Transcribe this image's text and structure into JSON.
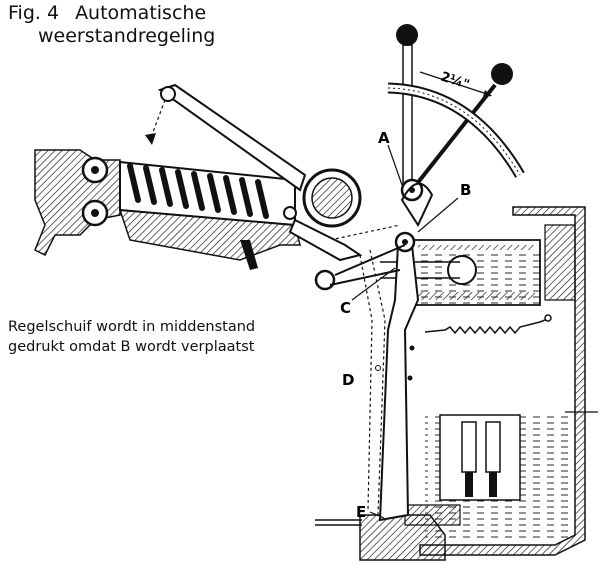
{
  "title": {
    "fig": "Fig. 4",
    "line1": "Automatische",
    "line2": "weerstandregeling"
  },
  "caption": {
    "line1": "Regelschuif wordt in middenstand",
    "line2": "gedrukt omdat B wordt verplaatst"
  },
  "labels": {
    "a": "A",
    "b": "B",
    "c": "C",
    "d": "D",
    "e": "E",
    "angle": "2¼\""
  }
}
